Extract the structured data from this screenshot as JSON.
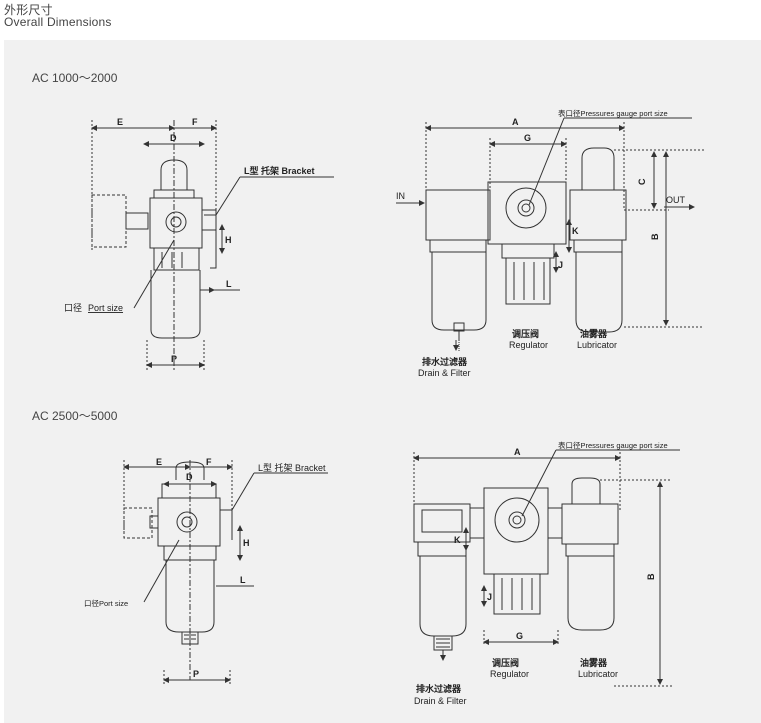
{
  "header": {
    "title_cn": "外形尺寸",
    "title_en": "Overall Dimensions"
  },
  "top": {
    "model": "AC 1000～2000",
    "dims": {
      "E": "E",
      "F": "F",
      "D": "D",
      "H": "H",
      "L": "L",
      "P": "P",
      "A": "A",
      "G": "G",
      "C": "C",
      "B": "B",
      "J": "J",
      "K": "K"
    },
    "bracket": "L型 托架 Bracket",
    "port_cn": "口径",
    "port_en": "Port size",
    "gauge": "表口径Pressures gauge port size",
    "in": "IN",
    "out": "OUT",
    "drain_cn": "排水过滤器",
    "drain_en": "Drain & Filter",
    "regulator_cn": "调压阀",
    "regulator_en": "Regulator",
    "lubricator_cn": "油雾器",
    "lubricator_en": "Lubricator"
  },
  "bottom": {
    "model": "AC 2500～5000",
    "dims": {
      "E": "E",
      "F": "F",
      "D": "D",
      "H": "H",
      "L": "L",
      "P": "P",
      "A": "A",
      "G": "G",
      "B": "B",
      "J": "J",
      "K": "K"
    },
    "bracket": "L型 托架 Bracket",
    "port": "口径Port size",
    "gauge": "表口径Pressures gauge port size",
    "drain_cn": "排水过滤器",
    "drain_en": "Drain & Filter",
    "regulator_cn": "调压阀",
    "regulator_en": "Regulator",
    "lubricator_cn": "油雾器",
    "lubricator_en": "Lubricator"
  },
  "colors": {
    "panel": "#f1f1f1",
    "line": "#333333"
  }
}
